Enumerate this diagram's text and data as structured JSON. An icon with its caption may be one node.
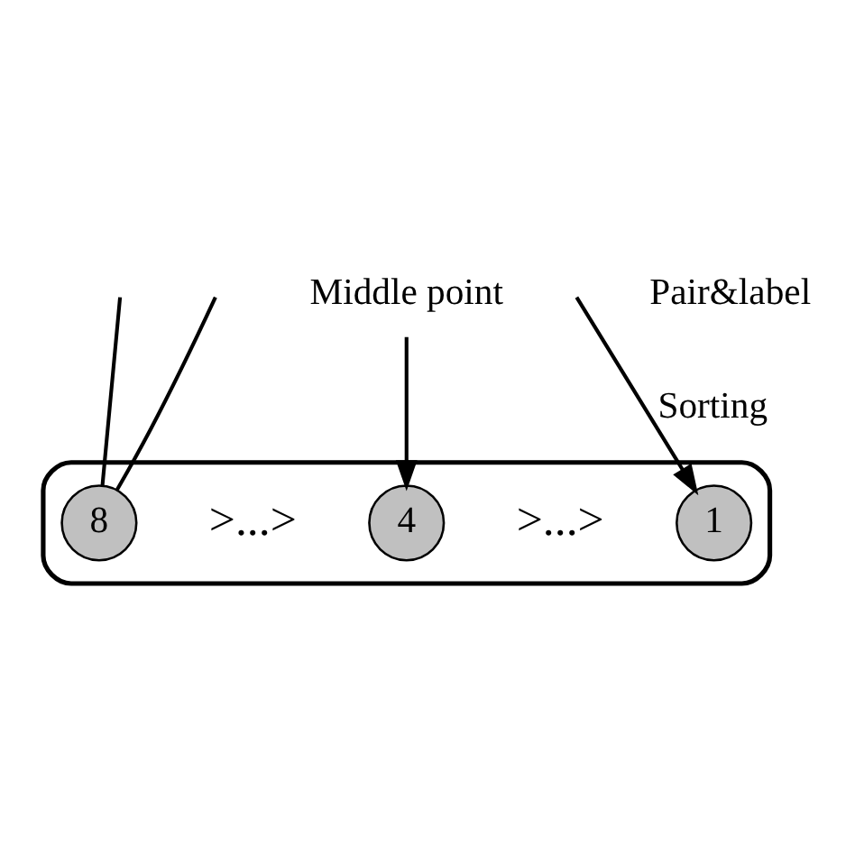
{
  "diagram": {
    "nodes": [
      {
        "text": [],
        "shape": "ellipse"
      },
      {
        "text": [
          "1"
        ],
        "in": 0
      },
      {
        "text": [
          "4"
        ],
        "in": 0
      },
      {
        "text": [
          "8"
        ],
        "in": 0
      },
      {
        "text": [
          "Middle point"
        ]
      }
    ],
    "edges": [
      {
        "from": null,
        "to": 1,
        "arrow": "to",
        "label": "Sorting"
      },
      {
        "from": 4,
        "to": 2,
        "arrow": "to"
      },
      {
        "from": 3,
        "to": null,
        "arrow": "none"
      },
      {
        "from": 3,
        "to": null,
        "arrow": "none"
      }
    ],
    "labels": [
      ">...>",
      ">...>",
      "Pair&label"
    ]
  }
}
